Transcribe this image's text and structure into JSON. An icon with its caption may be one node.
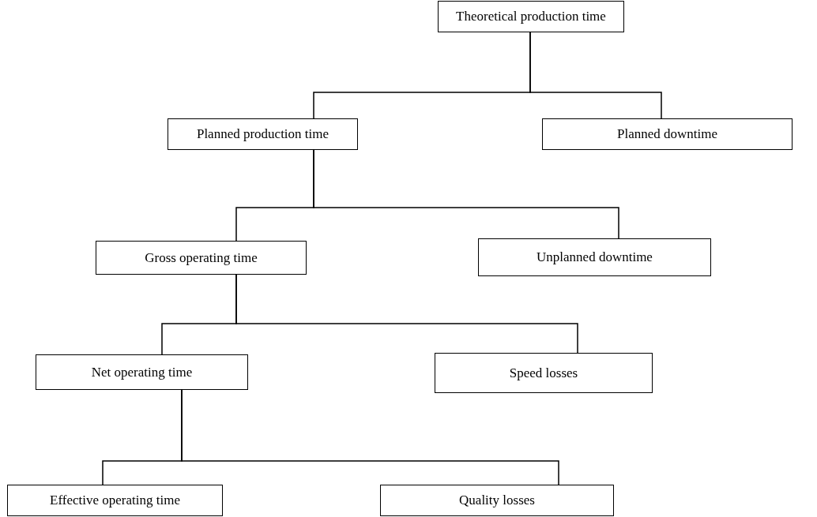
{
  "diagram": {
    "nodes": [
      {
        "text": [
          "Theoretical production time"
        ]
      },
      {
        "text": [
          "Planned production time"
        ]
      },
      {
        "text": [
          "Planned downtime"
        ]
      },
      {
        "text": [
          "Gross operating time"
        ]
      },
      {
        "text": [
          "Unplanned downtime"
        ]
      },
      {
        "text": [
          "Net operating time"
        ]
      },
      {
        "text": [
          "Speed losses"
        ]
      },
      {
        "text": [
          "Effective operating time"
        ]
      },
      {
        "text": [
          "Quality losses"
        ]
      }
    ],
    "edges": [
      {
        "from": 0,
        "to": 1,
        "arrow": "none"
      },
      {
        "from": 0,
        "to": 2,
        "arrow": "none"
      },
      {
        "from": 1,
        "to": 3,
        "arrow": "none"
      },
      {
        "from": 1,
        "to": 4,
        "arrow": "none"
      },
      {
        "from": 3,
        "to": 5,
        "arrow": "none"
      },
      {
        "from": 3,
        "to": 6,
        "arrow": "none"
      },
      {
        "from": 5,
        "to": 7,
        "arrow": "none"
      },
      {
        "from": 5,
        "to": 8,
        "arrow": "none"
      }
    ]
  }
}
